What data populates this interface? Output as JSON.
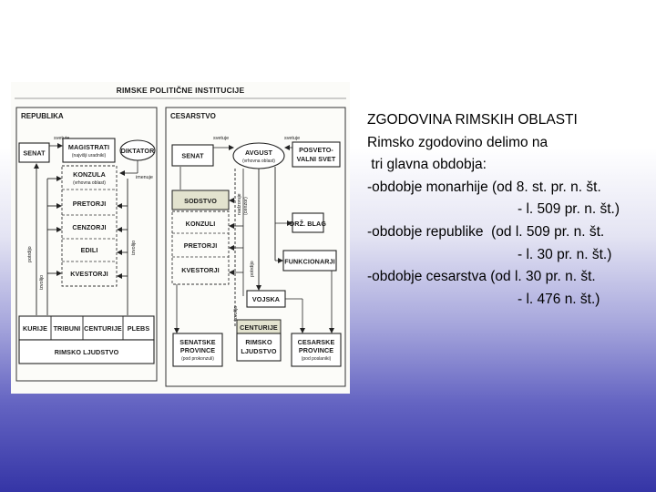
{
  "diagram": {
    "title": "RIMSKE POLITIČNE INSTITUCIJE",
    "republika": {
      "heading": "REPUBLIKA",
      "senat": "SENAT",
      "svetuje": "svetuje",
      "magistrati": "MAGISTRATI",
      "magistrati_sub": "(najvišji uradniki)",
      "diktator": "DIKTATOR",
      "imenuje": "imenuje",
      "konzula": "KONZULA",
      "konzula_sub": "(vrhovna oblast)",
      "pretorji": "PRETORJI",
      "cenzorji": "CENZORJI",
      "edili": "EDILI",
      "kvestorji": "KVESTORJI",
      "potrdijo": "potrdijo",
      "izvolijo_left": "izvolijo",
      "izvolijo_right": "izvolijo",
      "kurije": "KURIJE",
      "tribuni": "TRIBUNI",
      "centurije": "CENTURIJE",
      "plebs": "PLEBS",
      "rimsko_ljudstvo": "RIMSKO LJUDSTVO"
    },
    "cesarstvo": {
      "heading": "CESARSTVO",
      "svetuje_left": "svetuje",
      "svetuje_right": "svetuje",
      "senat": "SENAT",
      "avgust": "AVGUST",
      "avgust_sub": "(vrhovna oblast)",
      "posvetovalni_1": "POSVETO-",
      "posvetovalni_2": "VALNI SVET",
      "sodstvo": "SODSTVO",
      "konzuli": "KONZULI",
      "pretorji": "PRETORJI",
      "kvestorji": "KVESTORJI",
      "nadzoruje": "nadzoruje",
      "cenzor": "(cenzor)",
      "potrdijo": "potrdijo",
      "izvolijo": "izvolijo",
      "drz_blag": "DRŽ. BLAG",
      "funkcionarji": "FUNKCIONARJI",
      "vojska": "VOJSKA",
      "centurije": "CENTURIJE",
      "senatske_1": "SENATSKE",
      "senatske_2": "PROVINCE",
      "senatske_sub": "(pod prokonzuli)",
      "rimsko_1": "RIMSKO",
      "rimsko_2": "LJUDSTVO",
      "cesarske_1": "CESARSKE",
      "cesarske_2": "PROVINCE",
      "cesarske_sub": "(pod poslaniki)"
    }
  },
  "text": {
    "line1": "ZGODOVINA RIMSKIH OBLASTI",
    "line2": "Rimsko zgodovino delimo na",
    "line3": " tri glavna obdobja:",
    "line4": "-obdobje monarhije (od 8. st. pr. n. št.",
    "line5": "- l. 509 pr. n. št.)",
    "line6": "-obdobje republike  (od l. 509 pr. n. št.",
    "line7": "- l. 30 pr. n. št.)",
    "line8": "-obdobje cesarstva (od l. 30 pr. n. št.",
    "line9": "- l. 476 n. št.)"
  }
}
